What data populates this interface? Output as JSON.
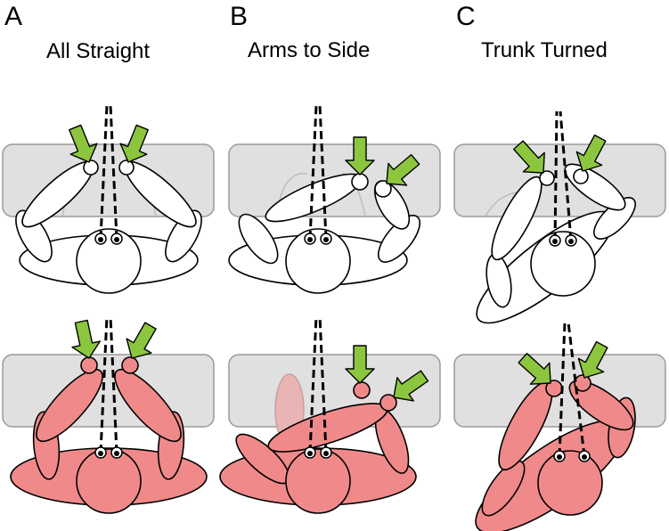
{
  "panels": [
    {
      "letter": "A",
      "title": "All Straight"
    },
    {
      "letter": "B",
      "title": "Arms to Side"
    },
    {
      "letter": "C",
      "title": "Trunk Turned"
    }
  ],
  "colors": {
    "table": "#e0e0e0",
    "table_stroke": "#9a9a9a",
    "arrow": "#8cc63f",
    "body_plain": "#ffffff",
    "body_pink": "#f08a8a",
    "stroke": "#000000"
  },
  "icons": [
    "table-surface",
    "hand-target-arrow",
    "gaze-line",
    "head-top-view",
    "eye"
  ]
}
